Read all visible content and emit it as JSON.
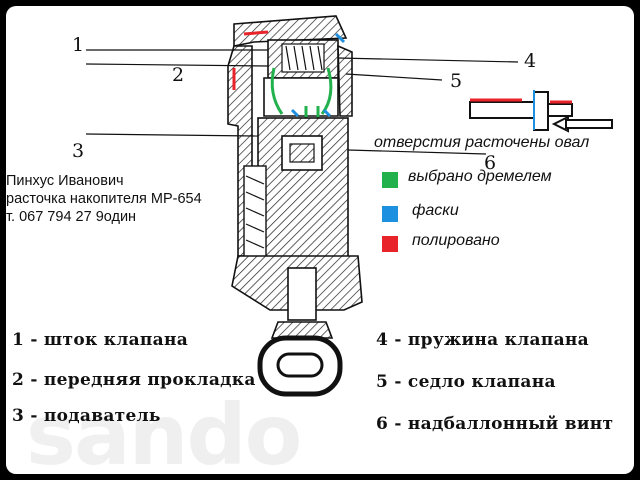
{
  "callouts": {
    "c1": "1",
    "c2": "2",
    "c3": "3",
    "c4": "4",
    "c5": "5",
    "c6": "6"
  },
  "note": {
    "line1": "Пинхус Иванович",
    "line2": "расточка накопителя МР-654",
    "line3": "т. 067 794 27 9один"
  },
  "annotation": "отверстия расточены овал",
  "legend": [
    {
      "color": "#22b14c",
      "label": "выбрано дремелем"
    },
    {
      "color": "#1e90e0",
      "label": "фаски"
    },
    {
      "color": "#e8232a",
      "label": "полировано"
    }
  ],
  "captions": {
    "left": [
      "1 - шток клапана",
      "2 - передняя прокладка",
      "3 - подаватель"
    ],
    "right": [
      "4 - пружина клапана",
      "5 - седло клапана",
      "6 - надбаллонный винт"
    ]
  },
  "watermark": "sando"
}
